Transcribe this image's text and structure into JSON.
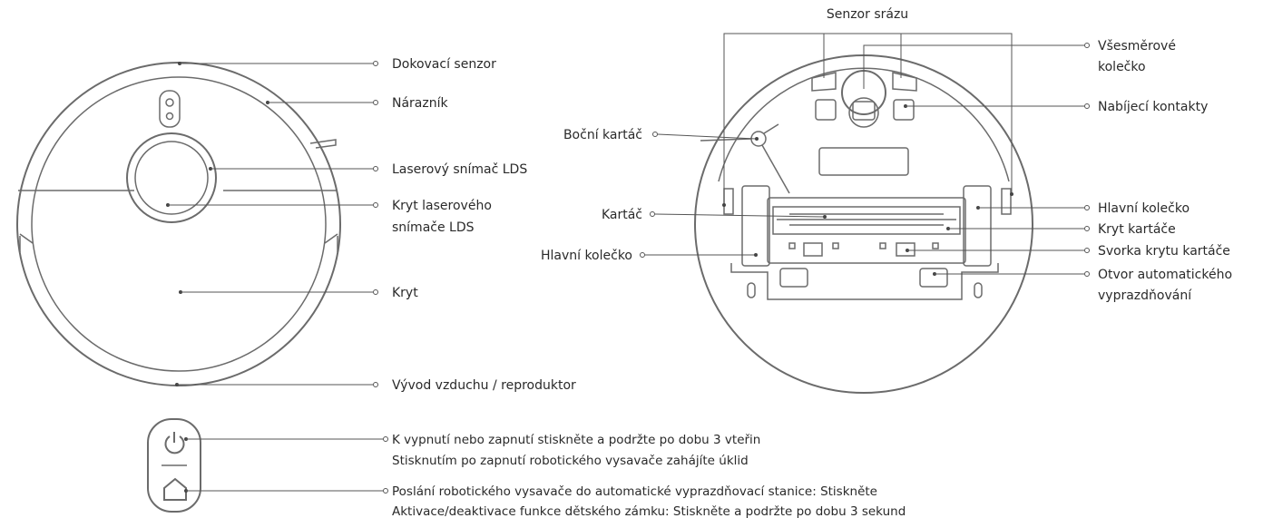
{
  "top_view": {
    "docking_sensor": "Dokovací senzor",
    "bumper": "Nárazník",
    "laser_sensor": "Laserový snímač LDS",
    "laser_cover_line1": "Kryt laserového",
    "laser_cover_line2": "snímače LDS",
    "cover": "Kryt",
    "air_outlet": "Vývod vzduchu / reproduktor"
  },
  "bottom_view": {
    "cliff_sensor": "Senzor srázu",
    "omni_wheel_line1": "Všesměrové",
    "omni_wheel_line2": "kolečko",
    "charging_contacts": "Nabíjecí kontakty",
    "side_brush": "Boční kartáč",
    "main_brush": "Kartáč",
    "main_wheel_left": "Hlavní kolečko",
    "main_wheel_right": "Hlavní kolečko",
    "brush_cover": "Kryt kartáče",
    "brush_cover_clip": "Svorka krytu kartáče",
    "auto_empty_line1": "Otvor automatického",
    "auto_empty_line2": "vyprazdňování"
  },
  "buttons": {
    "power_line1": "K vypnutí nebo zapnutí stiskněte a podržte po dobu 3 vteřin",
    "power_line2": "Stisknutím po zapnutí robotického vysavače zahájíte úklid",
    "dock_line1": "Poslání robotického vysavače do automatické vyprazdňovací stanice: Stiskněte",
    "dock_line2": "Aktivace/deaktivace funkce dětského zámku: Stiskněte a podržte po dobu 3 sekund"
  },
  "icons": {
    "power": "power-icon",
    "home": "home-icon"
  }
}
